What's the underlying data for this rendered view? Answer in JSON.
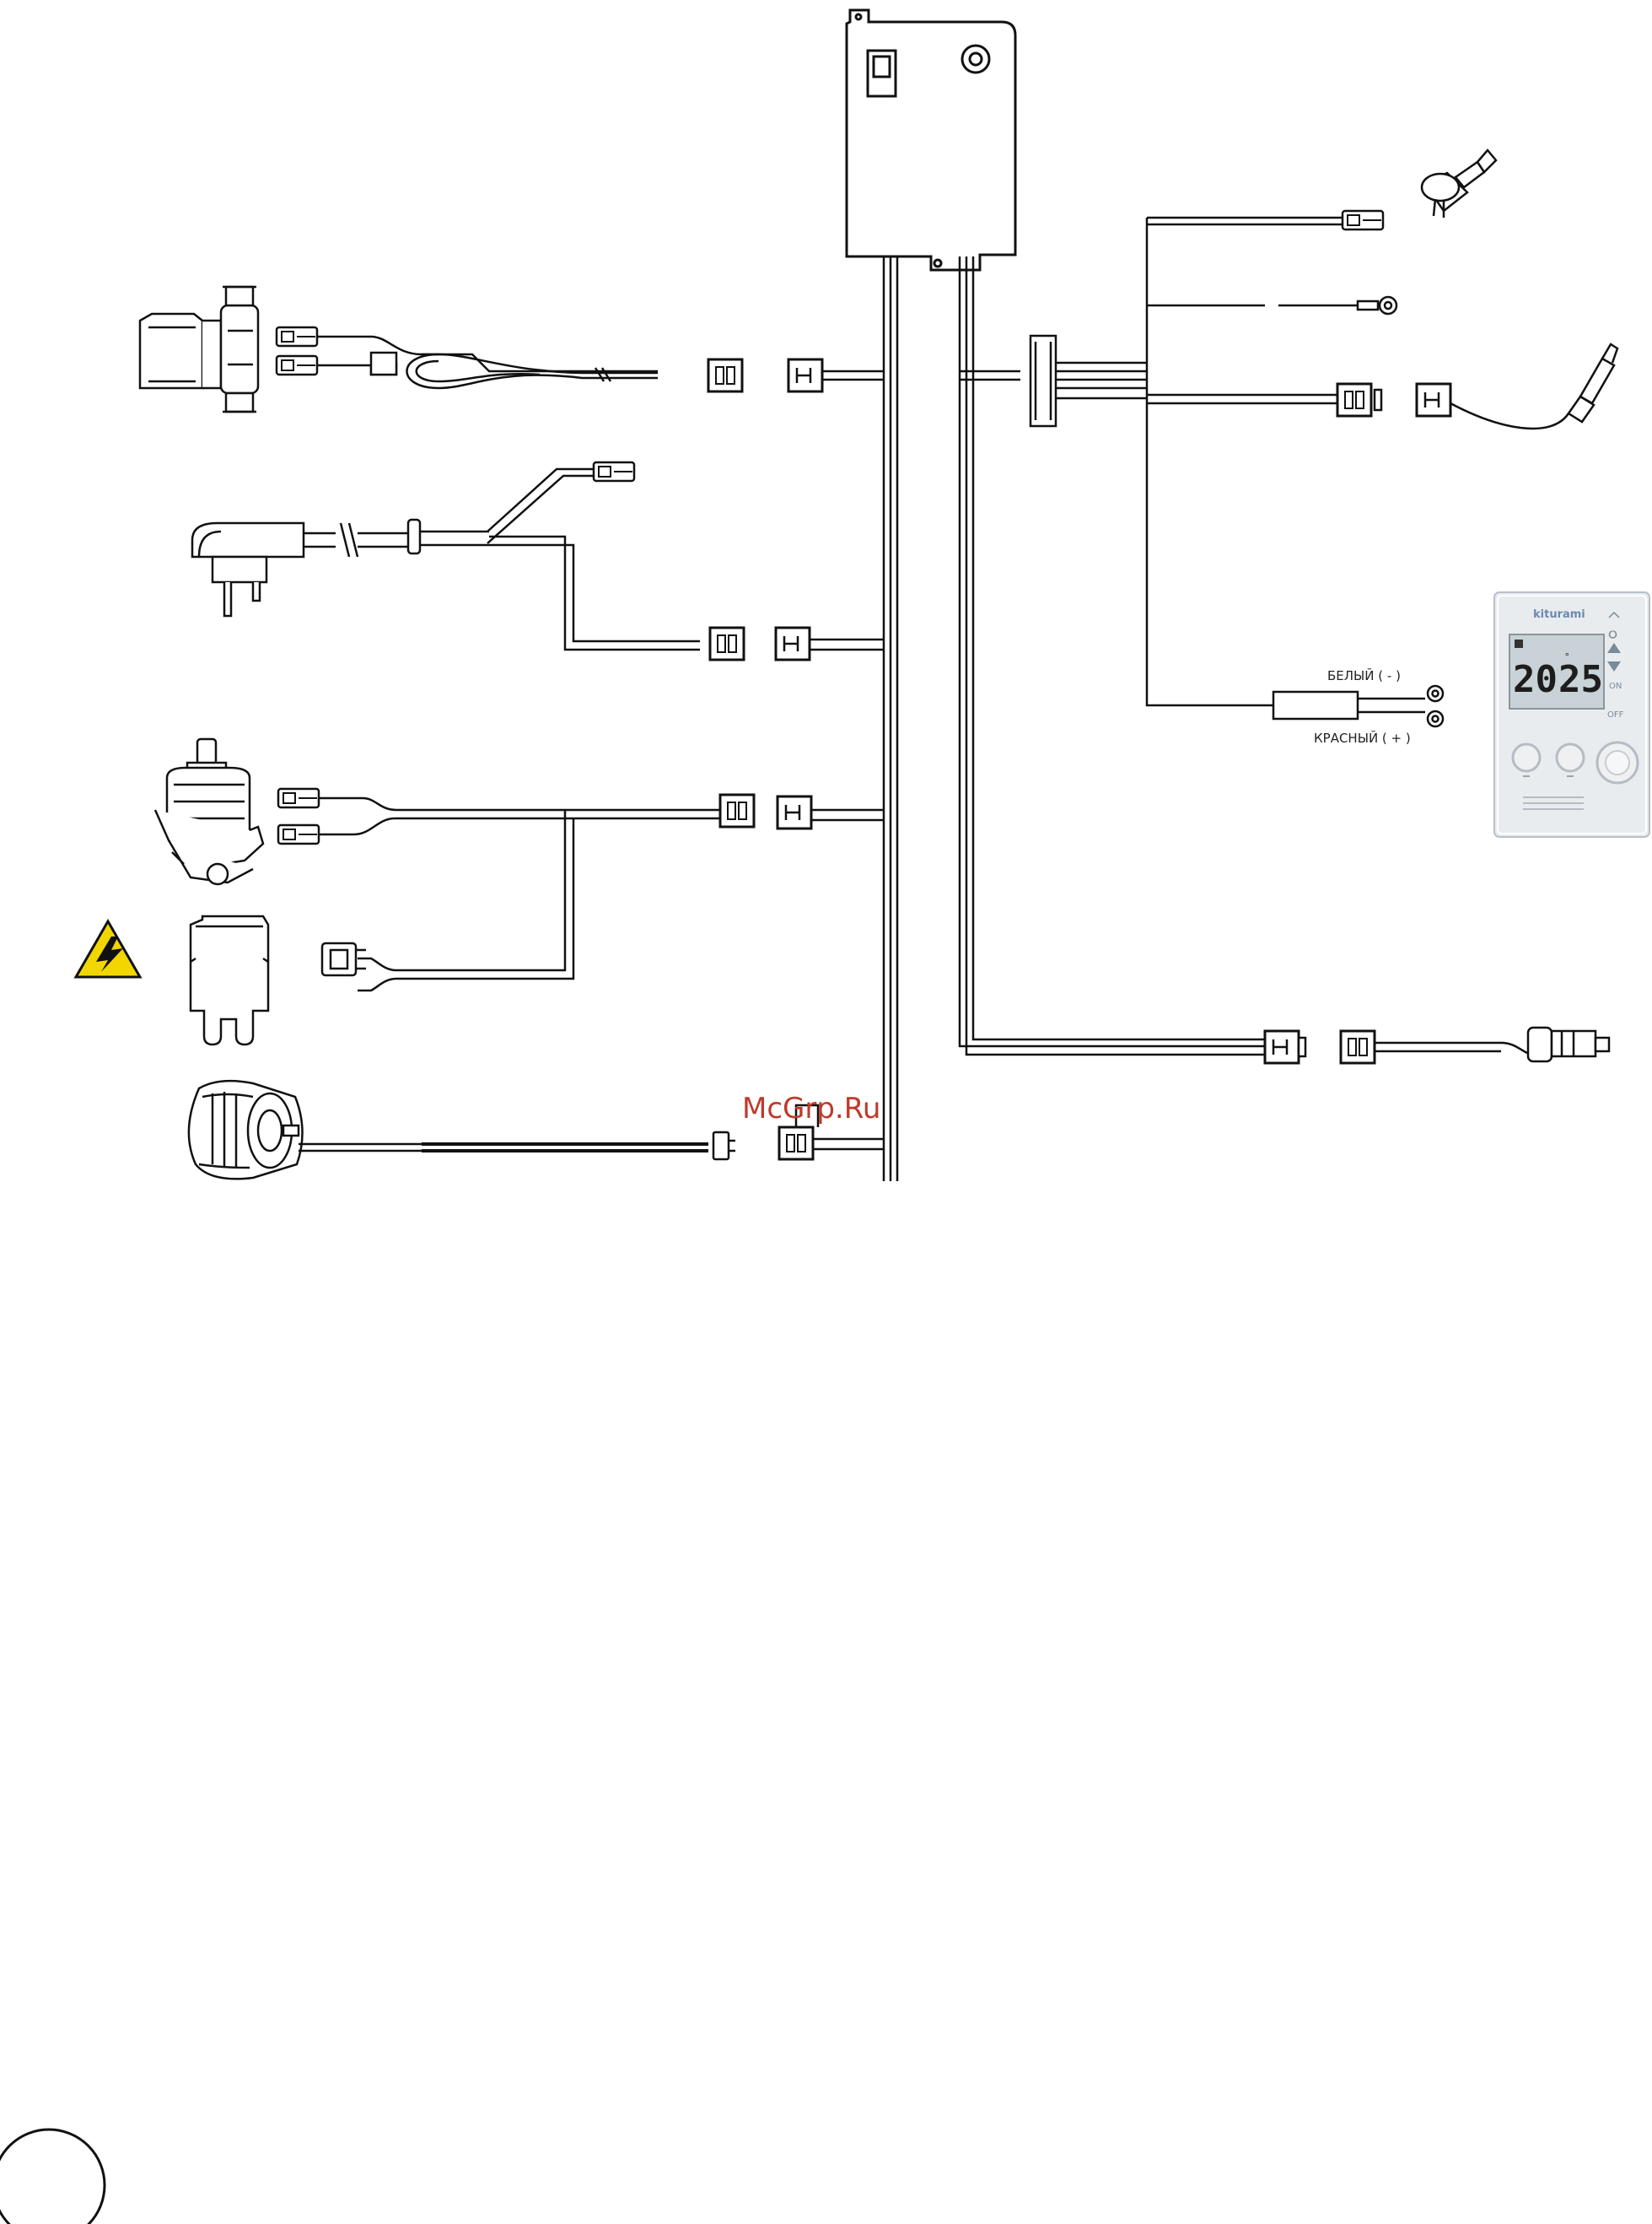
{
  "watermark": "McGrp.Ru",
  "thermostat": {
    "wire_white": "БЕЛЫЙ ( - )",
    "wire_red": "КРАСНЫЙ ( + )",
    "brand": "kiturami",
    "display_left": "20",
    "display_right": "25",
    "side_label_1": "ON",
    "side_label_2": "OFF"
  },
  "colors": {
    "warning_yellow": "#f2d600",
    "watermark_red": "#c0392b",
    "thermostat_body": "#e9ecef",
    "lcd_background": "#c9d2d6"
  }
}
